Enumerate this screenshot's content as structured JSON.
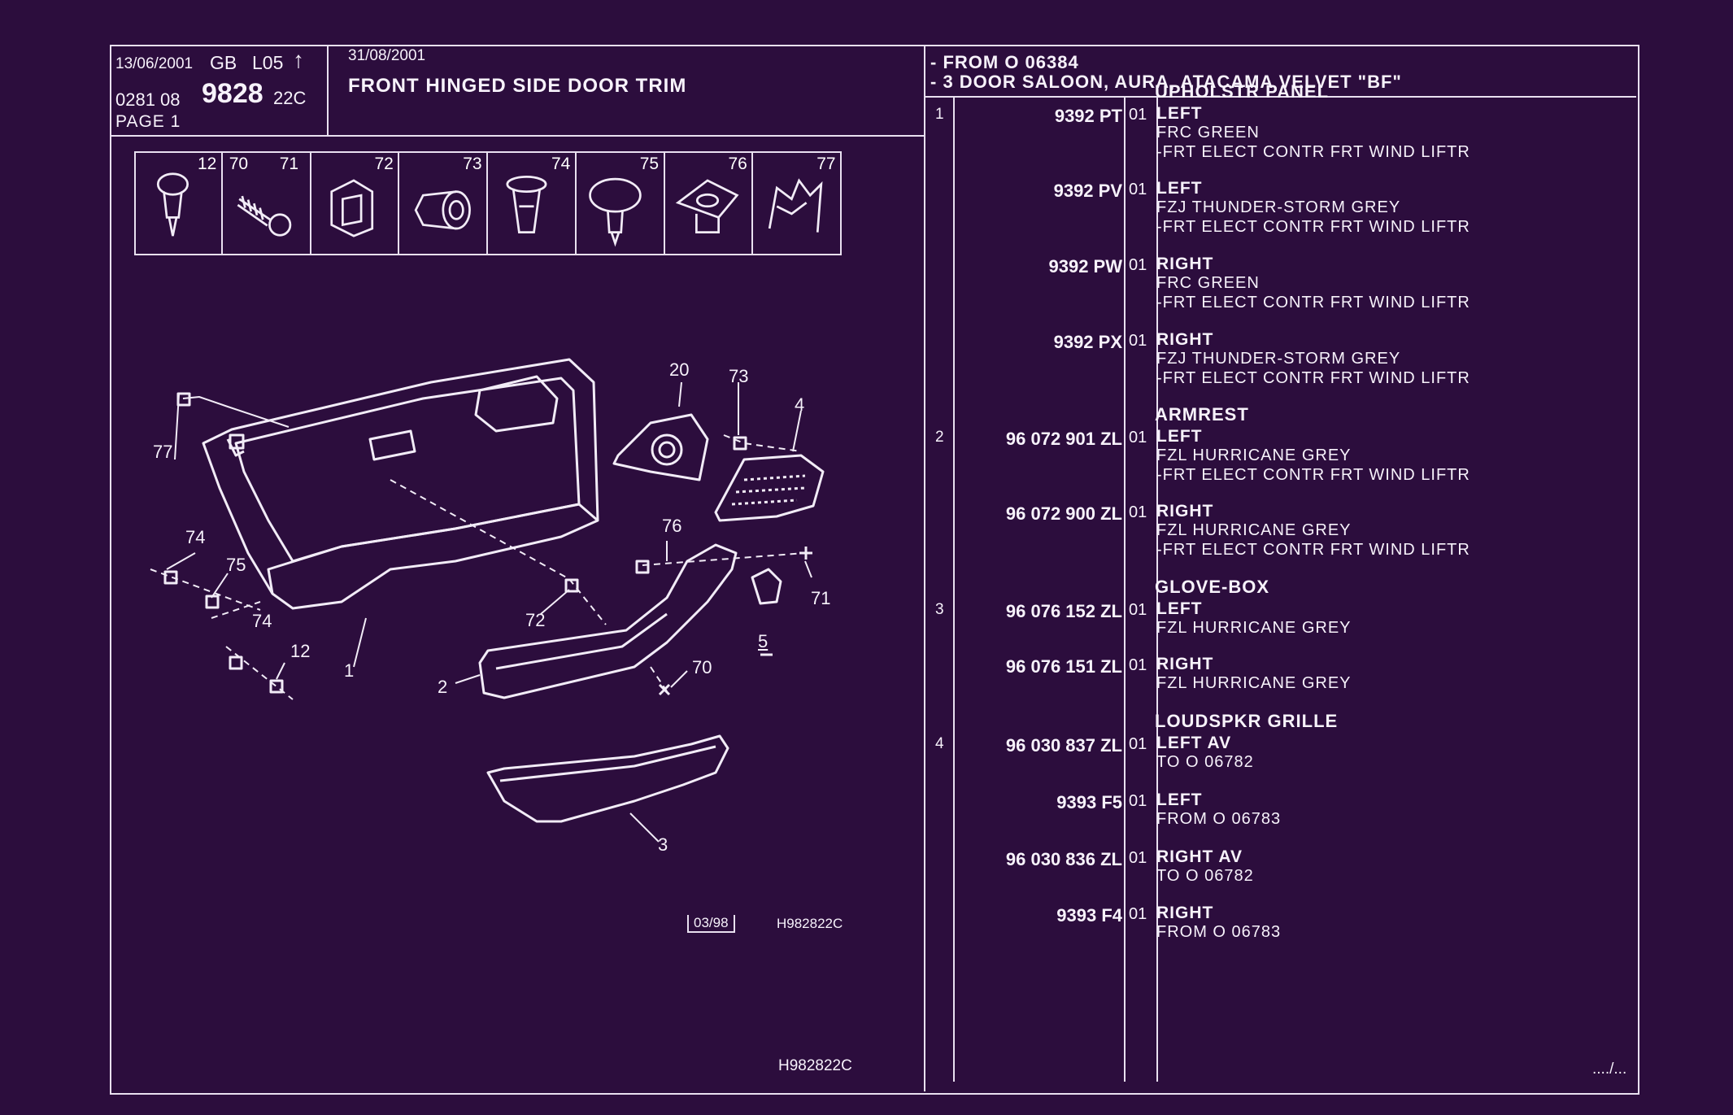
{
  "header": {
    "date1": "13/06/2001",
    "lang": "GB",
    "code": "L05",
    "arrow": "↑",
    "ref_prefix": "0281 08",
    "ref_main": "9828",
    "ref_suffix": "22C",
    "page": "PAGE 1",
    "date2": "31/08/2001",
    "title": "FRONT HINGED SIDE DOOR TRIM",
    "from_line": "- FROM O 06384",
    "model_line": "- 3 DOOR SALOON, AURA, ATACAMA VELVET \"BF\""
  },
  "fasteners": [
    {
      "labels": [
        "12"
      ],
      "icon": "push-rivet-icon"
    },
    {
      "labels": [
        "70",
        "71"
      ],
      "icon": "screw-icon"
    },
    {
      "labels": [
        "72"
      ],
      "icon": "clip-icon"
    },
    {
      "labels": [
        "73"
      ],
      "icon": "nut-insert-icon"
    },
    {
      "labels": [
        "74"
      ],
      "icon": "plug-icon"
    },
    {
      "labels": [
        "75"
      ],
      "icon": "push-pin-icon"
    },
    {
      "labels": [
        "76"
      ],
      "icon": "grommet-icon"
    },
    {
      "labels": [
        "77"
      ],
      "icon": "spring-clip-icon"
    }
  ],
  "diagram": {
    "callouts": [
      "20",
      "73",
      "4",
      "77",
      "74",
      "75",
      "74",
      "12",
      "1",
      "72",
      "76",
      "71",
      "5",
      "2",
      "70",
      "3"
    ],
    "stamp": "03/98",
    "code": "H982822C",
    "footer_code": "H982822C"
  },
  "rows": [
    {
      "item": "1",
      "ref": "9392 PT",
      "level": "01",
      "name": "UPHOLSTR PANEL",
      "lines": [
        "LEFT",
        "FRC GREEN",
        "-FRT ELECT CONTR FRT WIND LIFTR"
      ]
    },
    {
      "item": "",
      "ref": "9392 PV",
      "level": "01",
      "name": "",
      "lines": [
        "LEFT",
        "FZJ THUNDER-STORM GREY",
        "-FRT ELECT CONTR FRT WIND LIFTR"
      ]
    },
    {
      "item": "",
      "ref": "9392 PW",
      "level": "01",
      "name": "",
      "lines": [
        "RIGHT",
        "FRC GREEN",
        "-FRT ELECT CONTR FRT WIND LIFTR"
      ]
    },
    {
      "item": "",
      "ref": "9392 PX",
      "level": "01",
      "name": "",
      "lines": [
        "RIGHT",
        "FZJ THUNDER-STORM GREY",
        "-FRT ELECT CONTR FRT WIND LIFTR"
      ]
    },
    {
      "item": "2",
      "ref": "96 072 901 ZL",
      "level": "01",
      "name": "ARMREST",
      "lines": [
        "LEFT",
        "FZL HURRICANE GREY",
        "-FRT ELECT CONTR FRT WIND LIFTR"
      ]
    },
    {
      "item": "",
      "ref": "96 072 900 ZL",
      "level": "01",
      "name": "",
      "lines": [
        "RIGHT",
        "FZL HURRICANE GREY",
        "-FRT ELECT CONTR FRT WIND LIFTR"
      ]
    },
    {
      "item": "3",
      "ref": "96 076 152 ZL",
      "level": "01",
      "name": "GLOVE-BOX",
      "lines": [
        "LEFT",
        "FZL HURRICANE GREY"
      ]
    },
    {
      "item": "",
      "ref": "96 076 151 ZL",
      "level": "01",
      "name": "",
      "lines": [
        "RIGHT",
        "FZL HURRICANE GREY"
      ]
    },
    {
      "item": "4",
      "ref": "96 030 837 ZL",
      "level": "01",
      "name": "LOUDSPKR GRILLE",
      "lines": [
        "LEFT AV",
        "TO O 06782"
      ]
    },
    {
      "item": "",
      "ref": "9393 F5",
      "level": "01",
      "name": "",
      "lines": [
        "LEFT",
        "FROM O 06783"
      ]
    },
    {
      "item": "",
      "ref": "96 030 836 ZL",
      "level": "01",
      "name": "",
      "lines": [
        "RIGHT AV",
        "TO O 06782"
      ]
    },
    {
      "item": "",
      "ref": "9393 F4",
      "level": "01",
      "name": "",
      "lines": [
        "RIGHT",
        "FROM O 06783"
      ]
    }
  ],
  "continuation": "..../..."
}
